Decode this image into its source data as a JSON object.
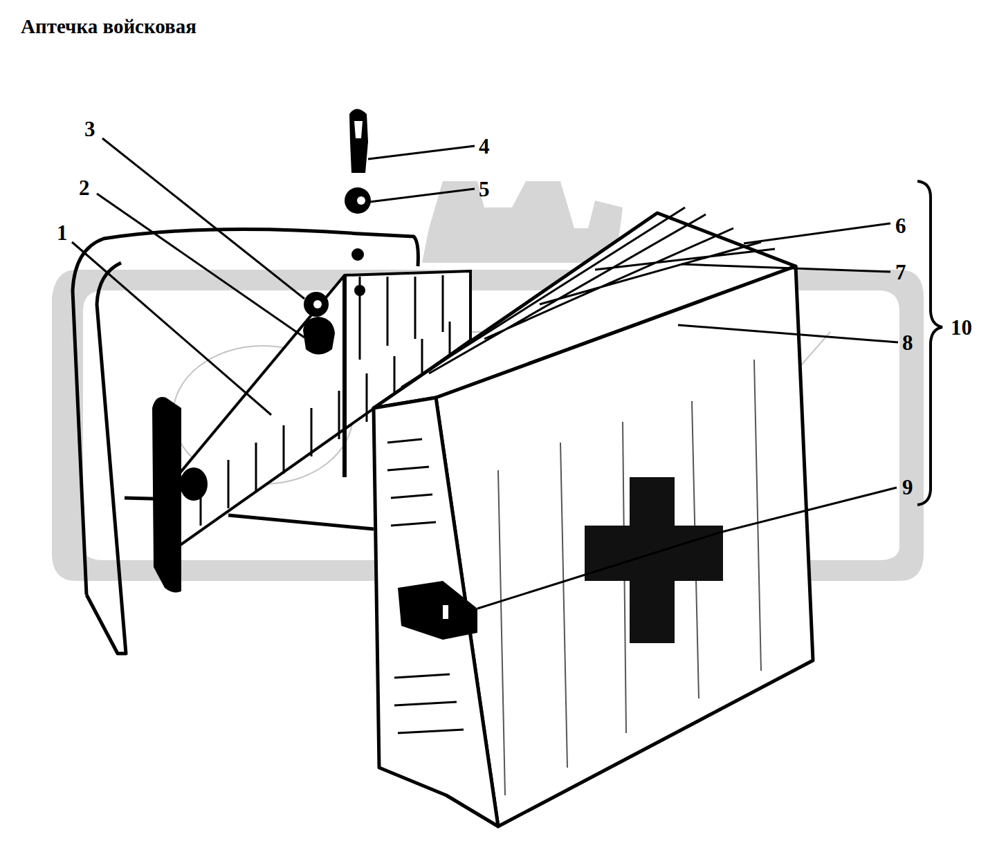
{
  "diagram": {
    "title": "Аптечка войсковая",
    "labels": [
      "1",
      "2",
      "3",
      "4",
      "5",
      "6",
      "7",
      "8",
      "9",
      "10"
    ]
  }
}
